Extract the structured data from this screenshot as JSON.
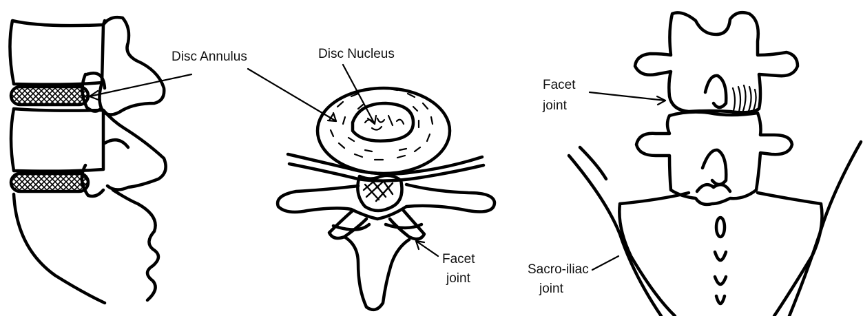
{
  "labels": {
    "disc_annulus": "Disc Annulus",
    "disc_nucleus": "Disc Nucleus",
    "facet_joint_mid_1": "Facet",
    "facet_joint_mid_2": "joint",
    "facet_joint_right_1": "Facet",
    "facet_joint_right_2": "joint",
    "sacroiliac_1": "Sacro-iliac",
    "sacroiliac_2": "joint"
  },
  "colors": {
    "ink": "#000000",
    "paper": "#ffffff"
  }
}
